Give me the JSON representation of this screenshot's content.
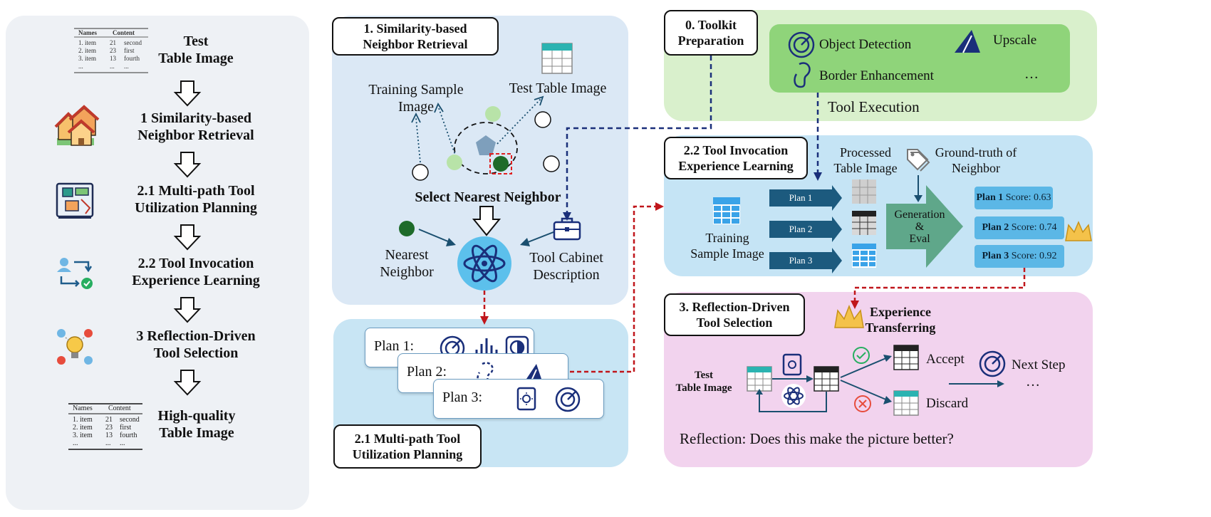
{
  "left_pipeline": {
    "step0": "Test\nTable Image",
    "step1": "1 Similarity-based\nNeighbor Retrieval",
    "step2": "2.1 Multi-path Tool\nUtilization Planning",
    "step3": "2.2 Tool Invocation\nExperience Learning",
    "step4": "3 Reflection-Driven\nTool Selection",
    "step5": "High-quality\nTable Image",
    "table_header": [
      "Names",
      "Content"
    ],
    "table_rows": [
      [
        "1. item",
        "21",
        "second"
      ],
      [
        "2. item",
        "23",
        "first"
      ],
      [
        "3. item",
        "13",
        "fourth"
      ],
      [
        "...",
        "...",
        "..."
      ]
    ]
  },
  "retrieval": {
    "box_label": "1. Similarity-based\nNeighbor Retrieval",
    "training_sample": "Training Sample\nImage",
    "test_table": "Test Table Image",
    "select_nearest": "Select Nearest Neighbor",
    "nearest_neighbor": "Nearest\nNeighbor",
    "tool_cabinet": "Tool Cabinet\nDescription"
  },
  "planning": {
    "box_label": "2.1 Multi-path Tool\nUtilization Planning",
    "plan1": "Plan 1:",
    "plan2": "Plan 2:",
    "plan3": "Plan 3:"
  },
  "toolkit": {
    "box_label": "0. Toolkit\nPreparation",
    "object_detection": "Object Detection",
    "upscale": "Upscale",
    "border_enhancement": "Border Enhancement",
    "more": "…",
    "tool_execution": "Tool Execution"
  },
  "experience": {
    "box_label": "2.2 Tool Invocation\nExperience Learning",
    "processed": "Processed\nTable Image",
    "ground_truth": "Ground-truth of\nNeighbor",
    "training_sample": "Training\nSample Image",
    "plan1": "Plan 1",
    "plan2": "Plan 2",
    "plan3": "Plan 3",
    "generation": "Generation\n&\nEval",
    "scores": [
      {
        "plan": "Plan 1",
        "label": "Score: 0.63"
      },
      {
        "plan": "Plan 2",
        "label": "Score: 0.74"
      },
      {
        "plan": "Plan 3",
        "label": "Score: 0.92"
      }
    ]
  },
  "reflection": {
    "box_label": "3. Reflection-Driven\nTool Selection",
    "experience_transferring": "Experience\nTransferring",
    "test_table": "Test\nTable Image",
    "accept": "Accept",
    "discard": "Discard",
    "next_step": "Next Step",
    "ellipsis": "…",
    "question": "Reflection: Does this make the picture better?"
  },
  "colors": {
    "left_bg": "#eef1f5",
    "retrieval_bg": "#dbe8f5",
    "planning_bg": "#c8e5f4",
    "toolkit_bg": "#d9f0cc",
    "toolkit_inner": "#8fd47a",
    "experience_bg": "#c5e4f5",
    "reflection_bg": "#f2d3ee",
    "navy": "#1a2f7a",
    "dark_green": "#1e6b2a",
    "red_dashed": "#c0161b"
  }
}
